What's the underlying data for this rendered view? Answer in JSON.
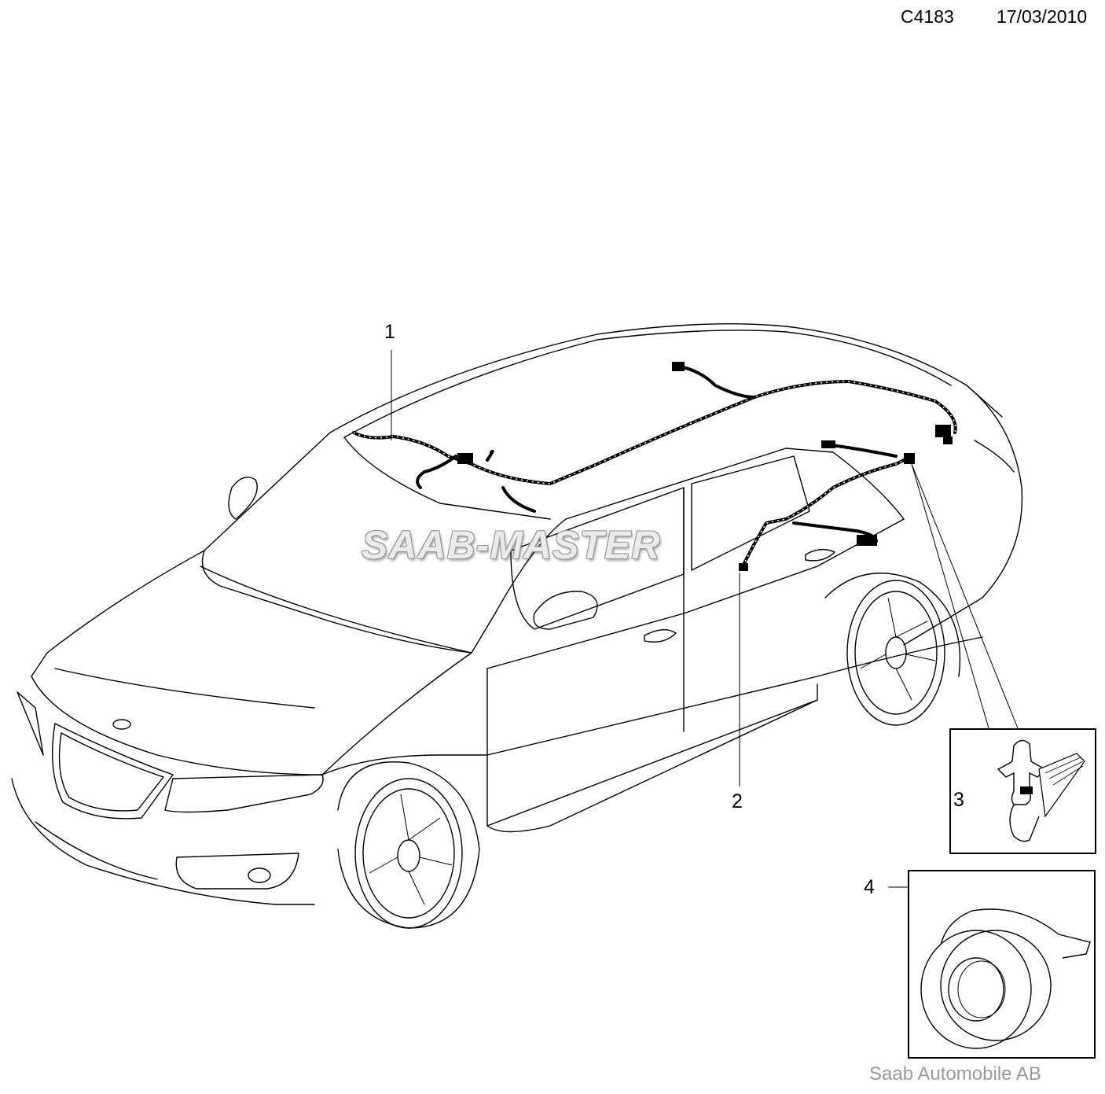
{
  "header": {
    "code": "C4183",
    "date": "17/03/2010"
  },
  "callouts": {
    "c1": "1",
    "c2": "2",
    "c3": "3",
    "c4": "4"
  },
  "watermark": "SAAB-MASTER",
  "footer": "Saab Automobile AB",
  "parts": [
    {
      "id": "1",
      "name": "roof-wiring-harness-icon"
    },
    {
      "id": "2",
      "name": "door-wiring-harness-icon"
    },
    {
      "id": "3",
      "name": "cable-clip-icon"
    },
    {
      "id": "4",
      "name": "tape-roll-icon"
    }
  ]
}
